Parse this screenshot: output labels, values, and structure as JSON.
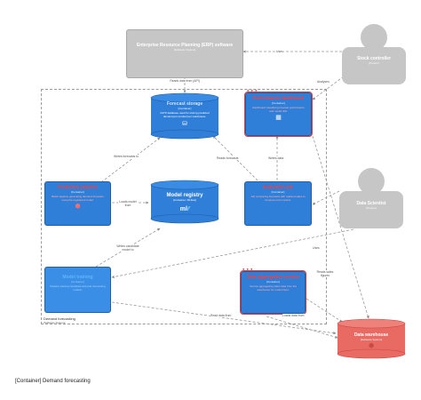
{
  "diagram": {
    "caption": "[Container] Demand forecasting",
    "boundary": {
      "name": "Demand forecasting",
      "tech": "[Software System]"
    },
    "nodes": {
      "erp": {
        "title": "Enterprise Resource Planning (ERP) software",
        "tech": "[Software System]"
      },
      "stock_controller": {
        "title": "Stock controller",
        "tech": "[Person]"
      },
      "forecast_storage": {
        "title": "Forecast storage",
        "tech": "[Container]",
        "desc": "OLTP database used for storing predicted demand per product per warehouse."
      },
      "performance_dashboard": {
        "title": "Performance dashboard",
        "tech": "[Container]",
        "desc": "Dashboard visualising forecast performance and model drift."
      },
      "prediction_pipeline": {
        "title": "Prediction pipeline",
        "tech": "[Container]",
        "desc": "Batch pipeline generating demand forecasts using the registered model."
      },
      "model_registry": {
        "title": "Model registry",
        "tech": "[Container: MLflow]"
      },
      "evaluation_job": {
        "title": "Evaluation job",
        "tech": "[Container]",
        "desc": "Job comparing forecasts with realised sales to compute error metrics."
      },
      "data_scientist": {
        "title": "Data Scientist",
        "tech": "[Person]"
      },
      "model_training": {
        "title": "Model training",
        "tech": "[Container]",
        "desc": "Pipeline training candidate demand forecasting models."
      },
      "data_aggregation": {
        "title": "Data aggregation service",
        "tech": "[Container]",
        "desc": "Service aggregating sales data from the warehouse for model input."
      },
      "data_warehouse": {
        "title": "Data warehouse",
        "tech": "[Software System]"
      }
    },
    "edges": {
      "erp_reads": "Reads data from [API]",
      "sc_uses": "Uses",
      "sc_analyses": "Analyses",
      "writes_forecasts": "Writes forecasts to",
      "reads_forecasts": "Reads forecasts",
      "writes_data": "Writes data",
      "loads_model": "Loads model from",
      "writes_candidate": "Writes candidate model to",
      "ds_uses": "Uses",
      "reads_sales": "Reads sales figures",
      "read_data_from": "Read data from",
      "loads_data_from": "Loads data from"
    }
  }
}
